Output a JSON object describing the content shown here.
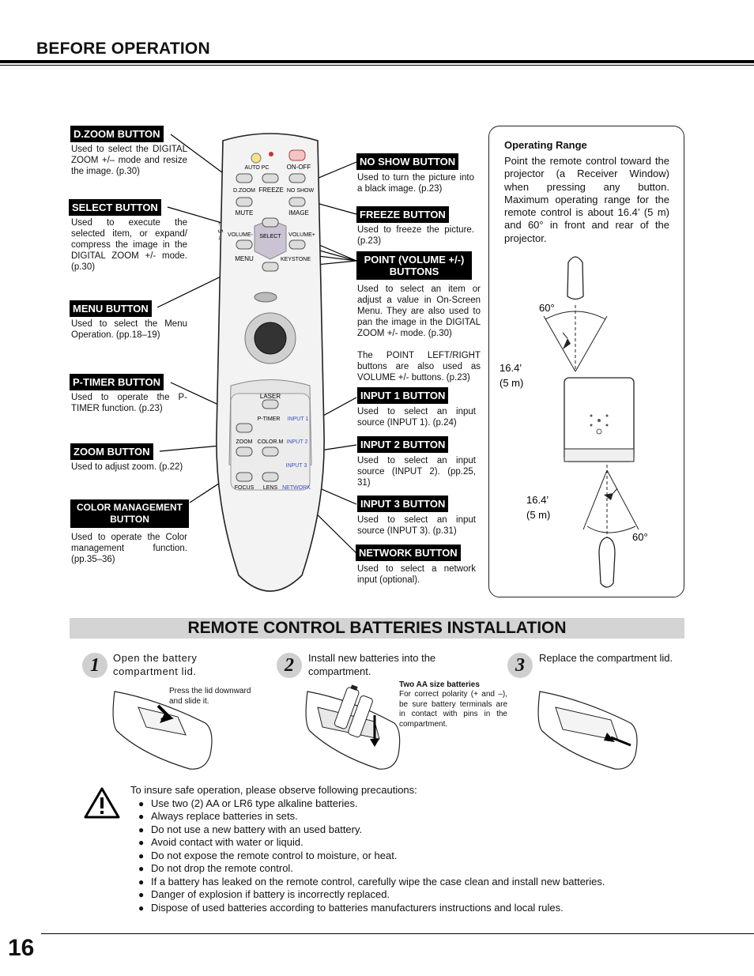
{
  "header": {
    "title": "BEFORE OPERATION"
  },
  "left_callouts": [
    {
      "label": "D.ZOOM BUTTON",
      "desc": "Used to select the DIGITAL ZOOM +/– mode and resize the image. (p.30)"
    },
    {
      "label": "SELECT BUTTON",
      "desc": "Used to execute the selected item, or expand/ compress the image in the DIGITAL ZOOM +/- mode. (p.30)"
    },
    {
      "label": "MENU BUTTON",
      "desc": "Used to select the Menu Operation. (pp.18–19)"
    },
    {
      "label": "P-TIMER BUTTON",
      "desc": "Used to operate the P-TIMER function. (p.23)"
    },
    {
      "label": "ZOOM BUTTON",
      "desc": "Used to adjust zoom. (p.22)"
    },
    {
      "label": "COLOR MANAGEMENT BUTTON",
      "desc": "Used to operate the Color management function. (pp.35–36)"
    }
  ],
  "right_callouts": [
    {
      "label": "NO SHOW BUTTON",
      "desc": "Used to turn the picture into a black image. (p.23)"
    },
    {
      "label": "FREEZE BUTTON",
      "desc": "Used to freeze the picture. (p.23)"
    },
    {
      "label": "POINT (VOLUME +/-) BUTTONS",
      "desc": "Used to select an item or adjust a value in On-Screen Menu. They are also used to pan the image in the DIGITAL ZOOM +/- mode. (p.30)",
      "desc2": "The POINT LEFT/RIGHT buttons are also used as VOLUME +/- buttons. (p.23)"
    },
    {
      "label": "INPUT 1 BUTTON",
      "desc": "Used to select an input source (INPUT 1). (p.24)"
    },
    {
      "label": "INPUT 2 BUTTON",
      "desc": "Used to select an input source (INPUT 2). (pp.25, 31)"
    },
    {
      "label": "INPUT 3 BUTTON",
      "desc": "Used to select an input source (INPUT 3). (p.31)"
    },
    {
      "label": "NETWORK BUTTON",
      "desc": "Used to select a network input (optional)."
    }
  ],
  "remote_labels": {
    "auto_pc": "AUTO PC",
    "on_off": "ON-OFF",
    "dzoom": "D.ZOOM",
    "freeze": "FREEZE",
    "no_show": "NO SHOW",
    "mute": "MUTE",
    "image": "IMAGE",
    "volume_minus": "VOLUME-",
    "select": "SELECT",
    "volume_plus": "VOLUME+",
    "menu": "MENU",
    "keystone": "KEYSTONE",
    "laser": "LASER",
    "p_timer": "P-TIMER",
    "input1": "INPUT 1",
    "zoom": "ZOOM",
    "color_m": "COLOR.M",
    "input2": "INPUT 2",
    "input3": "INPUT 3",
    "focus": "FOCUS",
    "lens": "LENS",
    "network": "NETWORK",
    "side_marks": "← 5 →"
  },
  "operating_range": {
    "title": "Operating Range",
    "text": "Point the remote control toward the projector (a Receiver Window) when pressing any button. Maximum operating range for the remote control is about 16.4’ (5 m) and 60° in front and rear of the projector.",
    "angle_top": "60°",
    "dist_top_1": "16.4’",
    "dist_top_2": "(5 m)",
    "dist_bottom_1": "16.4’",
    "dist_bottom_2": "(5 m)",
    "angle_bottom": "60°"
  },
  "batteries": {
    "title": "REMOTE CONTROL BATTERIES INSTALLATION",
    "steps": [
      {
        "num": "1",
        "text": "Open the battery compartment lid.",
        "note": "Press the lid downward and slide it."
      },
      {
        "num": "2",
        "text": "Install new batteries into the compartment.",
        "note_title": "Two AA size batteries",
        "note": "For correct polarity (+ and –), be sure battery terminals are in contact with pins in the compartment."
      },
      {
        "num": "3",
        "text": "Replace the compartment lid."
      }
    ]
  },
  "precautions": {
    "intro": "To insure safe operation, please observe following precautions:",
    "items": [
      "Use two (2) AA or LR6 type alkaline batteries.",
      "Always replace batteries in sets.",
      "Do not use a new battery with an used battery.",
      "Avoid contact with water or liquid.",
      "Do not expose the remote control to moisture, or heat.",
      "Do not drop the remote control.",
      "If a battery has leaked on the remote control, carefully wipe the case clean and install new batteries.",
      "Danger of explosion if battery is incorrectly replaced.",
      "Dispose of used batteries according to batteries manufacturers instructions and local rules."
    ]
  },
  "footer": {
    "page_number": "16"
  }
}
